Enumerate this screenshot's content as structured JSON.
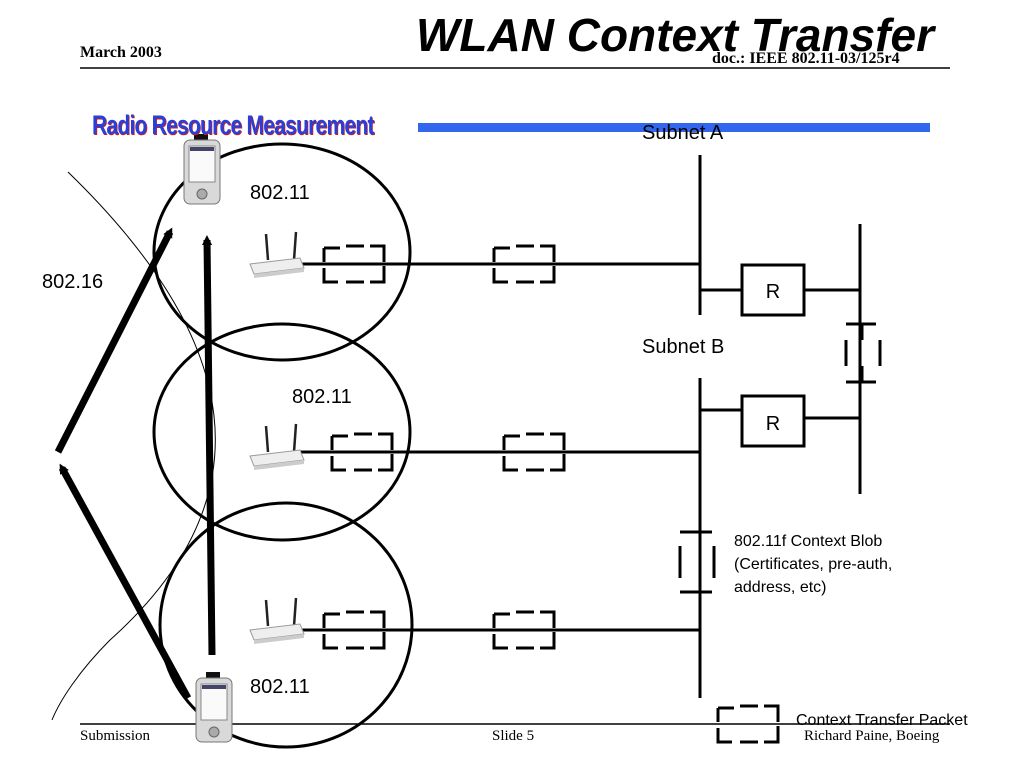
{
  "header": {
    "date": "March 2003",
    "title": "WLAN Context Transfer",
    "doc_id": "doc.: IEEE 802.11-03/125r4",
    "banner": "Radio Resource Measurement"
  },
  "diagram": {
    "subnet_a_label": "Subnet A",
    "subnet_b_label": "Subnet B",
    "router_label": "R",
    "cell_top_label": "802.11",
    "cell_middle_label": "802.11",
    "cell_bottom_label": "802.11",
    "wide_area_label": "802.16",
    "blob_note": {
      "line1": "802.11f Context Blob",
      "line2": "(Certificates, pre-auth,",
      "line3": "address, etc)"
    },
    "legend_label": "Context Transfer Packet",
    "colors": {
      "banner_blue": "#2a3fd8",
      "banner_red": "#c0202a",
      "bar_blue": "#3366ee"
    }
  },
  "footer": {
    "left": "Submission",
    "center": "Slide 5",
    "right": "Richard Paine, Boeing"
  }
}
